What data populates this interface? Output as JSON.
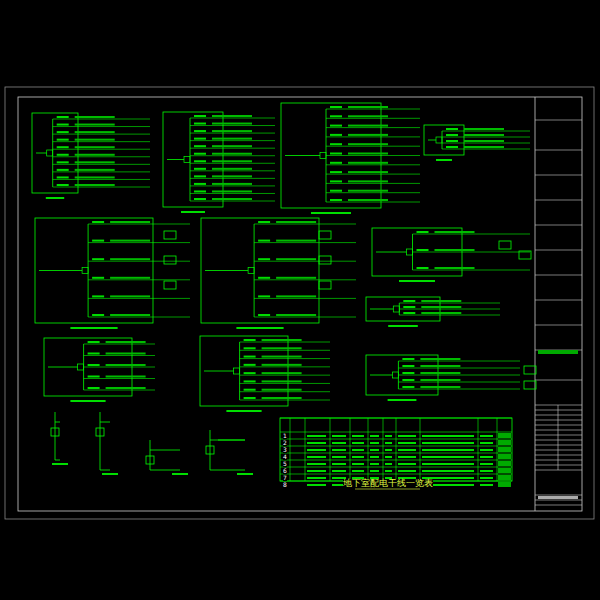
{
  "diagram": {
    "caption": "地下室配电干线一览表",
    "labels": [
      "1",
      "2",
      "3",
      "4",
      "5",
      "6",
      "7",
      "8"
    ]
  }
}
